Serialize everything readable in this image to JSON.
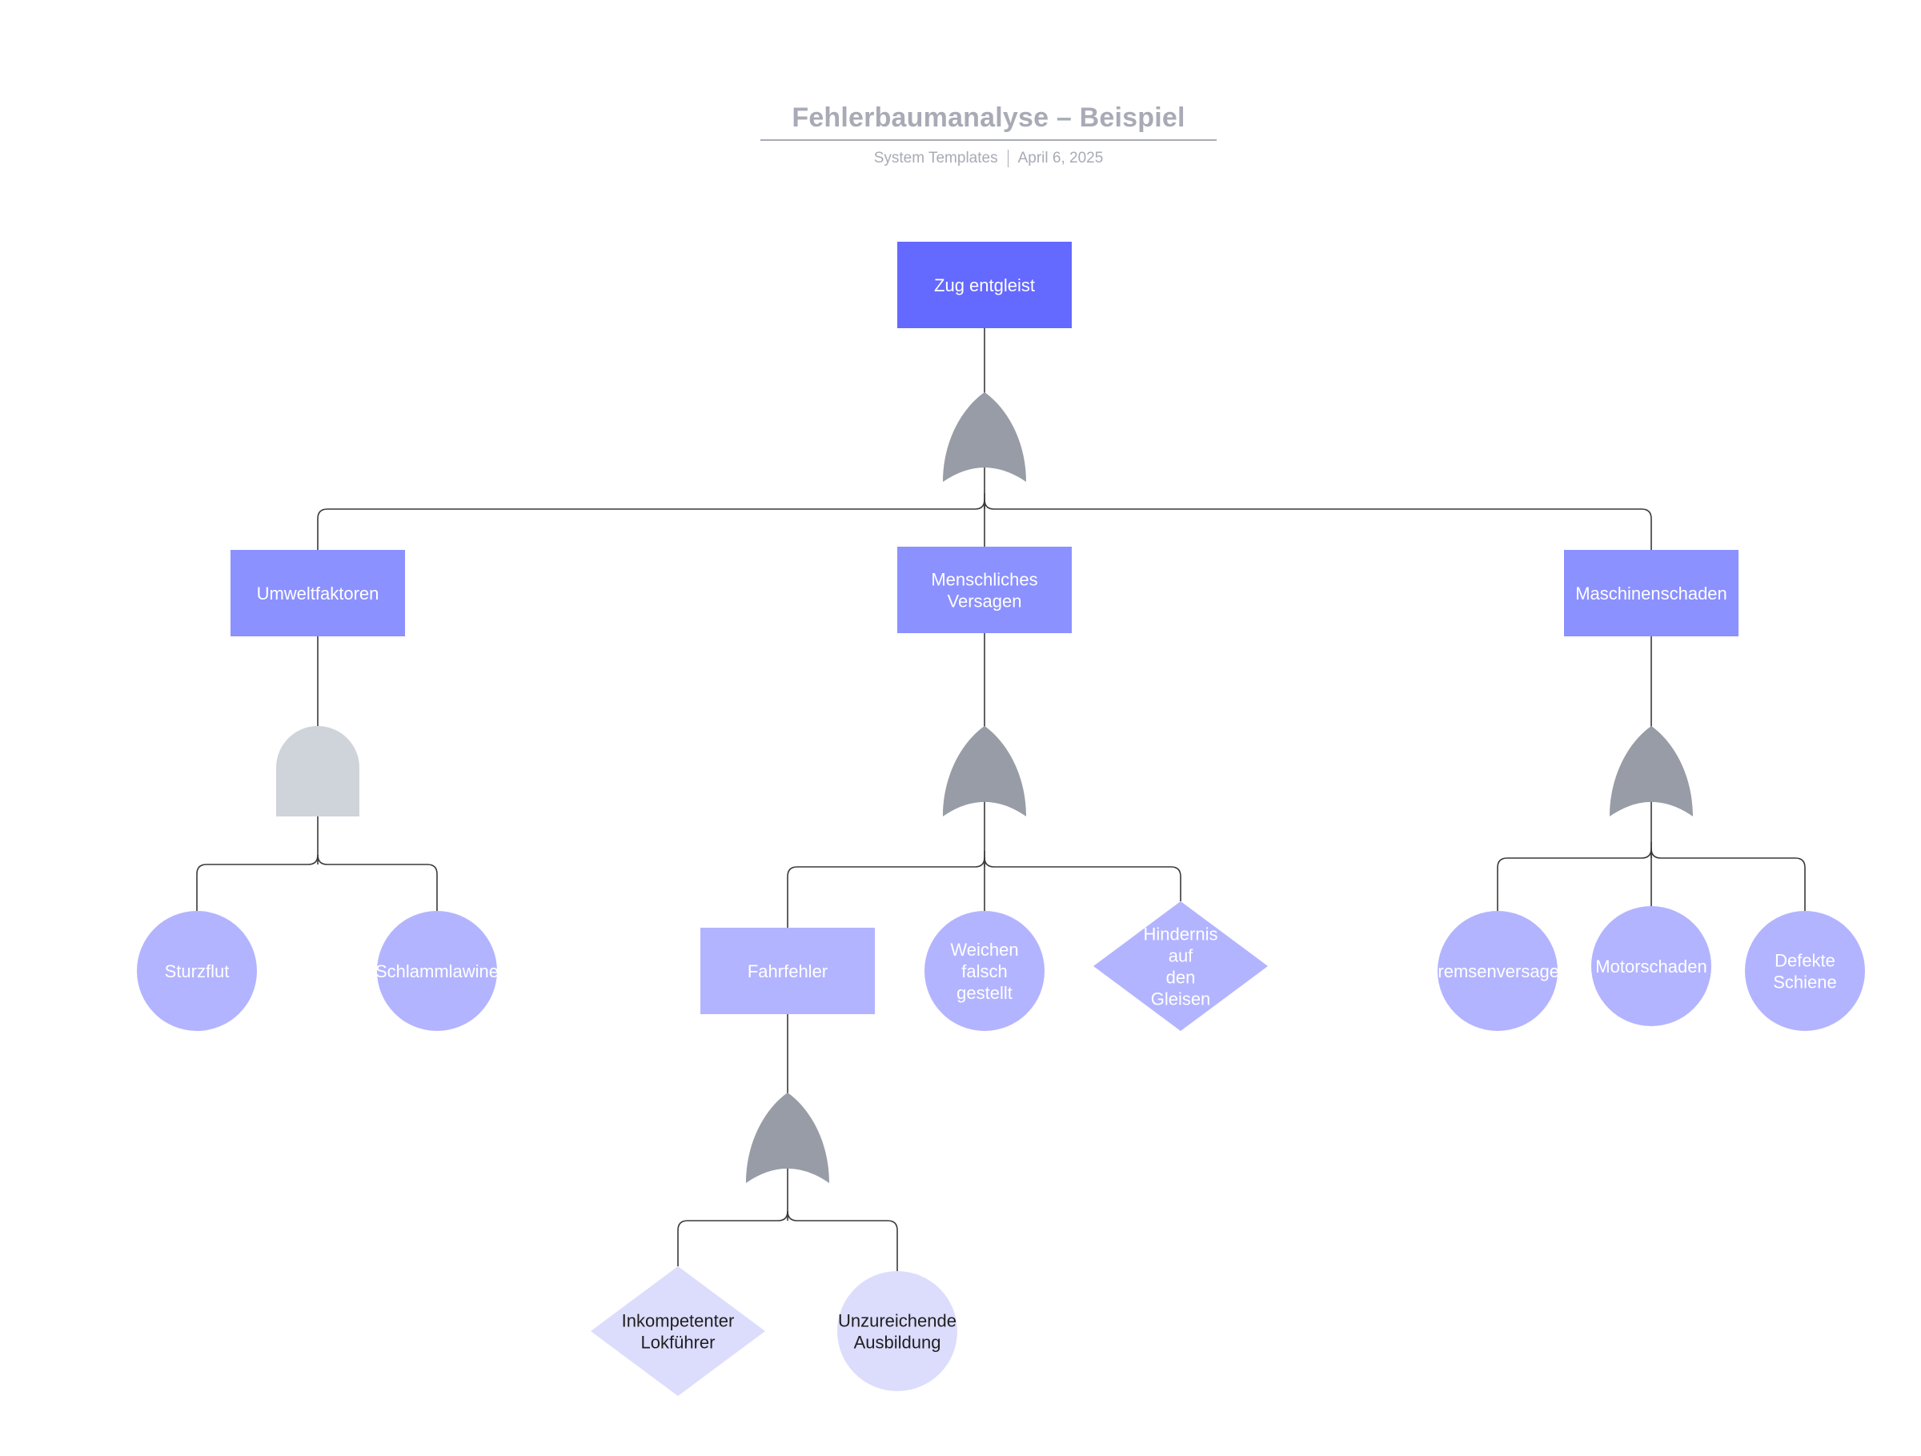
{
  "document": {
    "title": "Fehlerbaumanalyse – Beispiel",
    "source": "System Templates",
    "date": "April 6, 2025"
  },
  "colors": {
    "top_event": "#6469ff",
    "intermediate_event": "#8b91ff",
    "basic_event": "#b3b4ff",
    "leaf_event": "#dcdcfd",
    "or_gate": "#989ca6",
    "and_gate": "#cfd3da",
    "connector": "#3a3a3a",
    "light_text": "#ffffff",
    "dark_text": "#1f1f1f"
  },
  "nodes": {
    "top": {
      "label": "Zug entgleist",
      "shape": "rectangle",
      "level": "top"
    },
    "umwelt": {
      "label": "Umweltfaktoren",
      "shape": "rectangle",
      "level": "intermediate"
    },
    "mensch": {
      "label": "Menschliches Versagen",
      "shape": "rectangle",
      "level": "intermediate"
    },
    "maschine": {
      "label": "Maschinenschaden",
      "shape": "rectangle",
      "level": "intermediate"
    },
    "sturzflut": {
      "label": "Sturzflut",
      "shape": "circle",
      "level": "basic"
    },
    "schlamm": {
      "label": "Schlammlawine",
      "shape": "circle",
      "level": "basic"
    },
    "fahrfehler": {
      "label": "Fahrfehler",
      "shape": "rectangle",
      "level": "basic"
    },
    "weichen": {
      "label": "Weichen falsch gestellt",
      "shape": "circle",
      "level": "basic"
    },
    "hindernis": {
      "label": "Hindernis auf den Gleisen",
      "shape": "diamond",
      "level": "basic"
    },
    "bremsen": {
      "label": "Bremsenversagen",
      "shape": "circle",
      "level": "basic"
    },
    "motor": {
      "label": "Motorschaden",
      "shape": "circle",
      "level": "basic"
    },
    "schiene": {
      "label": "Defekte Schiene",
      "shape": "circle",
      "level": "basic"
    },
    "lokfuehrer": {
      "label": "Inkompetenter Lokführer",
      "shape": "diamond",
      "level": "leaf"
    },
    "ausbildung": {
      "label": "Unzureichende Ausbildung",
      "shape": "circle",
      "level": "leaf"
    }
  },
  "gates": {
    "g_top": {
      "type": "or",
      "name": "or-gate"
    },
    "g_umwelt": {
      "type": "and",
      "name": "and-gate"
    },
    "g_mensch": {
      "type": "or",
      "name": "or-gate"
    },
    "g_maschine": {
      "type": "or",
      "name": "or-gate"
    },
    "g_fahrfehler": {
      "type": "or",
      "name": "or-gate"
    }
  },
  "edges": [
    {
      "parent": "top",
      "gate": "g_top",
      "children": [
        "umwelt",
        "mensch",
        "maschine"
      ]
    },
    {
      "parent": "umwelt",
      "gate": "g_umwelt",
      "children": [
        "sturzflut",
        "schlamm"
      ]
    },
    {
      "parent": "mensch",
      "gate": "g_mensch",
      "children": [
        "fahrfehler",
        "weichen",
        "hindernis"
      ]
    },
    {
      "parent": "maschine",
      "gate": "g_maschine",
      "children": [
        "bremsen",
        "motor",
        "schiene"
      ]
    },
    {
      "parent": "fahrfehler",
      "gate": "g_fahrfehler",
      "children": [
        "lokfuehrer",
        "ausbildung"
      ]
    }
  ]
}
